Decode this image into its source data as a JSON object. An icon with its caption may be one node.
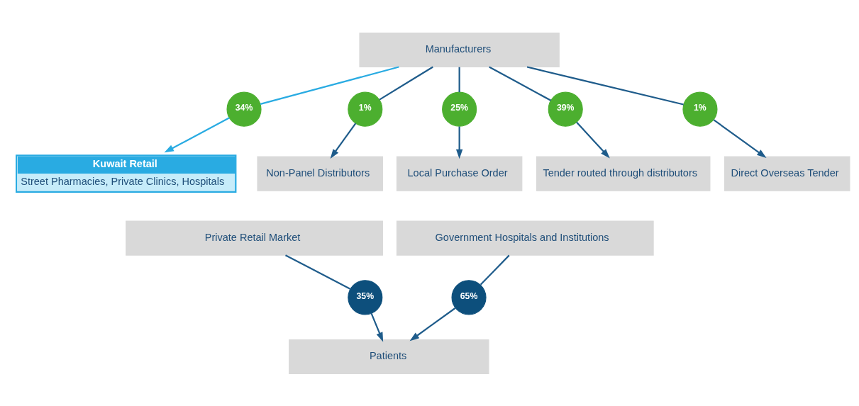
{
  "diagram": {
    "nodes": [
      {
        "text": [
          "Manufacturers"
        ]
      },
      {
        "text": [
          "34%"
        ]
      },
      {
        "text": [
          "1%"
        ]
      },
      {
        "text": [
          "25%"
        ]
      },
      {
        "text": [
          "39%"
        ]
      },
      {
        "text": [
          "1%"
        ]
      },
      {
        "text": [
          "Kuwait Retail",
          "Street Pharmacies, Private Clinics, Hospitals"
        ]
      },
      {
        "text": [
          "Non-Panel Distributors"
        ]
      },
      {
        "text": [
          "Local Purchase Order"
        ]
      },
      {
        "text": [
          "Tender routed through distributors"
        ]
      },
      {
        "text": [
          "Direct Overseas Tender"
        ]
      },
      {
        "text": [
          "Private Retail Market"
        ]
      },
      {
        "text": [
          "Government Hospitals and Institutions"
        ]
      },
      {
        "text": [
          "35%"
        ]
      },
      {
        "text": [
          "65%"
        ]
      },
      {
        "text": [
          "Patients"
        ]
      }
    ],
    "edges": [
      {
        "from": 0,
        "to": 1,
        "arrow": "none",
        "color": "#29abe2"
      },
      {
        "from": 0,
        "to": 2,
        "arrow": "none"
      },
      {
        "from": 0,
        "to": 3,
        "arrow": "none"
      },
      {
        "from": 0,
        "to": 4,
        "arrow": "none"
      },
      {
        "from": 0,
        "to": 5,
        "arrow": "none"
      },
      {
        "from": 1,
        "to": 6,
        "arrow": "to",
        "color": "#29abe2"
      },
      {
        "from": 2,
        "to": 7,
        "arrow": "to"
      },
      {
        "from": 3,
        "to": 8,
        "arrow": "to"
      },
      {
        "from": 4,
        "to": 9,
        "arrow": "to"
      },
      {
        "from": 5,
        "to": 10,
        "arrow": "to"
      },
      {
        "from": 11,
        "to": 13,
        "arrow": "none"
      },
      {
        "from": 12,
        "to": 14,
        "arrow": "none"
      },
      {
        "from": 13,
        "to": 15,
        "arrow": "to"
      },
      {
        "from": 14,
        "to": 15,
        "arrow": "to"
      }
    ]
  }
}
